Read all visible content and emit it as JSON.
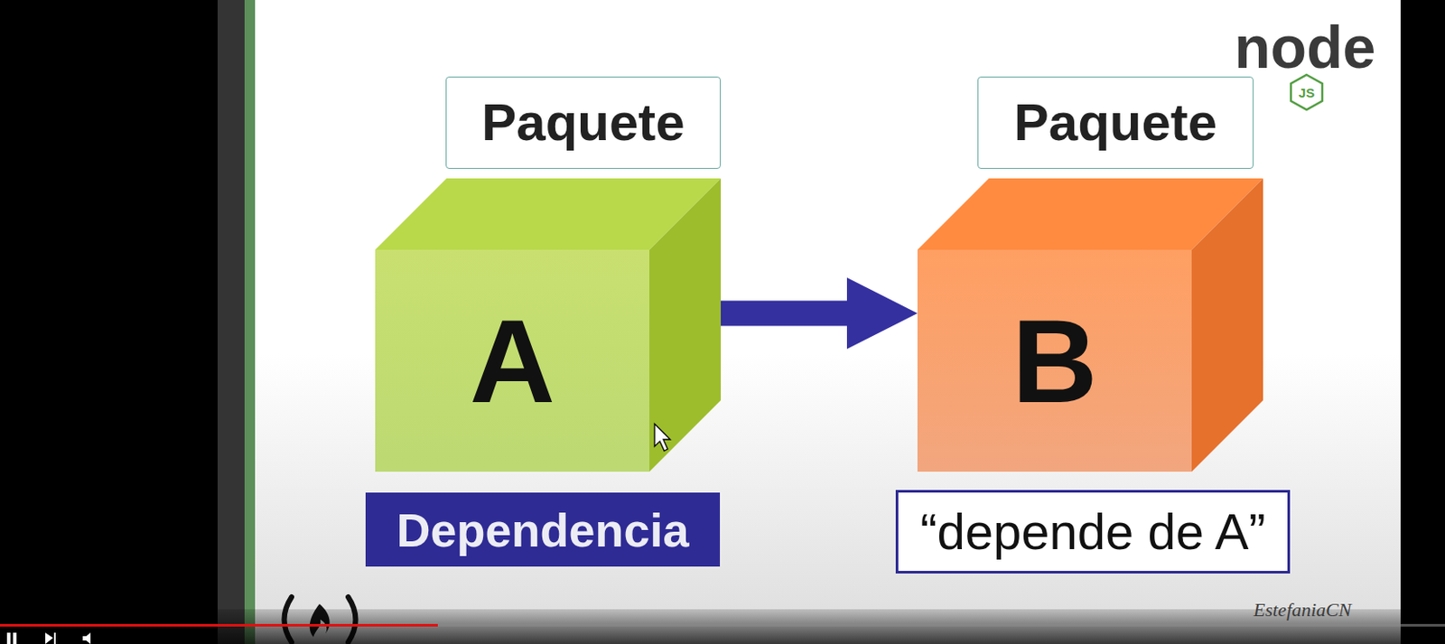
{
  "diagram": {
    "nodes": [
      {
        "text": [
          "Paquete"
        ]
      },
      {
        "text": [
          "Paquete"
        ]
      },
      {
        "text": [
          "A"
        ]
      },
      {
        "text": [
          "B"
        ]
      },
      {
        "text": [
          "Dependencia"
        ]
      },
      {
        "text": [
          "“depende de A”"
        ]
      }
    ],
    "edges": [
      {
        "from": 2,
        "to": 3,
        "arrow": "to"
      }
    ],
    "labels": [
      "node",
      "JS",
      "EstefaniaCN"
    ]
  }
}
